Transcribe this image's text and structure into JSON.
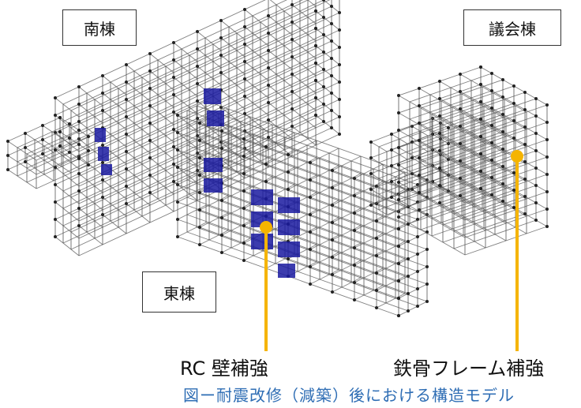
{
  "labels": {
    "south_building": "南棟",
    "council_building": "議会棟",
    "east_building": "東棟"
  },
  "callouts": {
    "rc_wall": "RC 壁補強",
    "steel_frame": "鉄骨フレーム補強"
  },
  "caption": "図ー耐震改修（減築）後における構造モデル",
  "colors": {
    "frame": "#555555",
    "node": "#222222",
    "rc_wall_fill": "#1a1aa0",
    "callout": "#f5b400",
    "caption": "#2e6db4"
  }
}
